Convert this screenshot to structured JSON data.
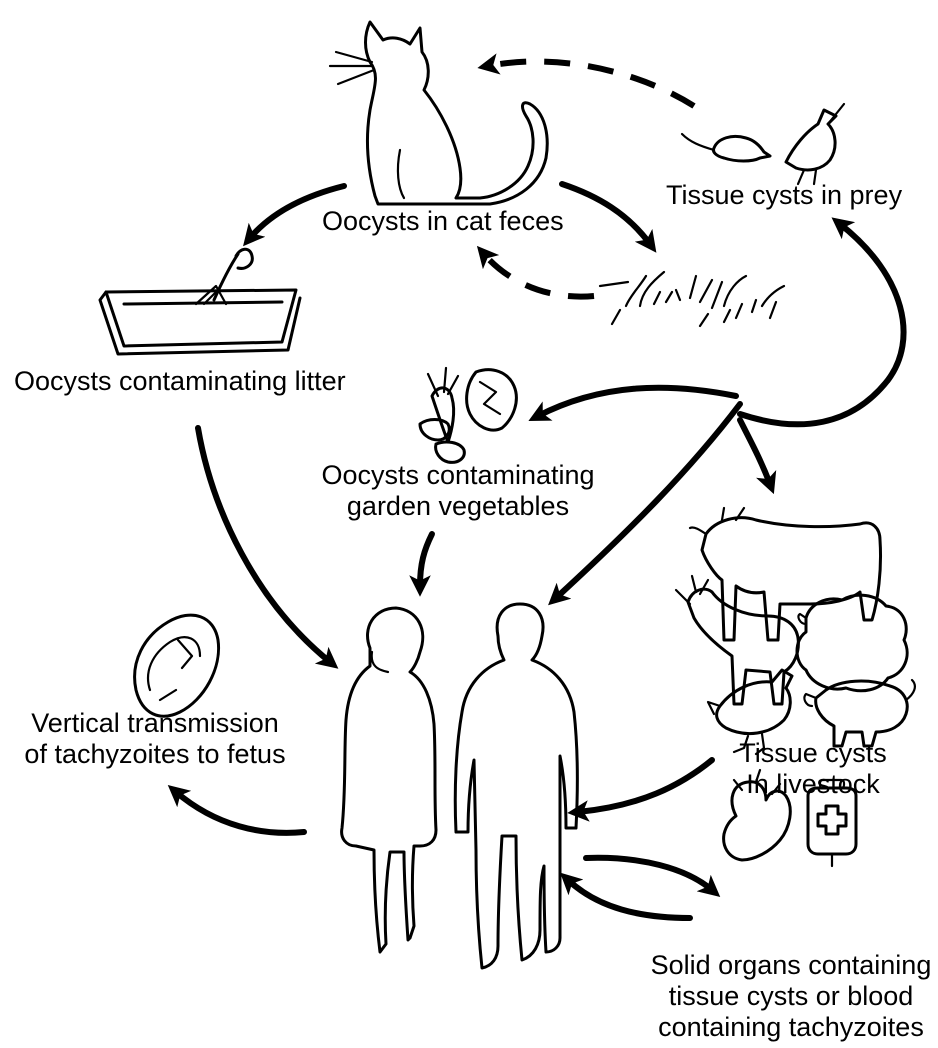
{
  "labels": {
    "cat_feces": "Oocysts in cat feces",
    "prey": "Tissue cysts in prey",
    "litter": "Oocysts contaminating litter",
    "vegetables_line1": "Oocysts contaminating",
    "vegetables_line2": "garden vegetables",
    "fetus_line1": "Vertical transmission",
    "fetus_line2": "of tachyzoites to fetus",
    "livestock_line1": "Tissue cysts",
    "livestock_line2": "In livestock",
    "organs_line1": "Solid organs containing",
    "organs_line2": "tissue cysts or blood",
    "organs_line3": "containing tachyzoites"
  },
  "icons": [
    "cat-icon",
    "mouse-icon",
    "bird-icon",
    "litter-box-icon",
    "grass-icon",
    "vegetables-icon",
    "fetus-icon",
    "woman-icon",
    "man-icon",
    "cow-icon",
    "goat-icon",
    "sheep-icon",
    "chicken-icon",
    "pig-icon",
    "heart-icon",
    "blood-bag-icon"
  ],
  "colors": {
    "ink": "#000000",
    "background": "#ffffff"
  }
}
